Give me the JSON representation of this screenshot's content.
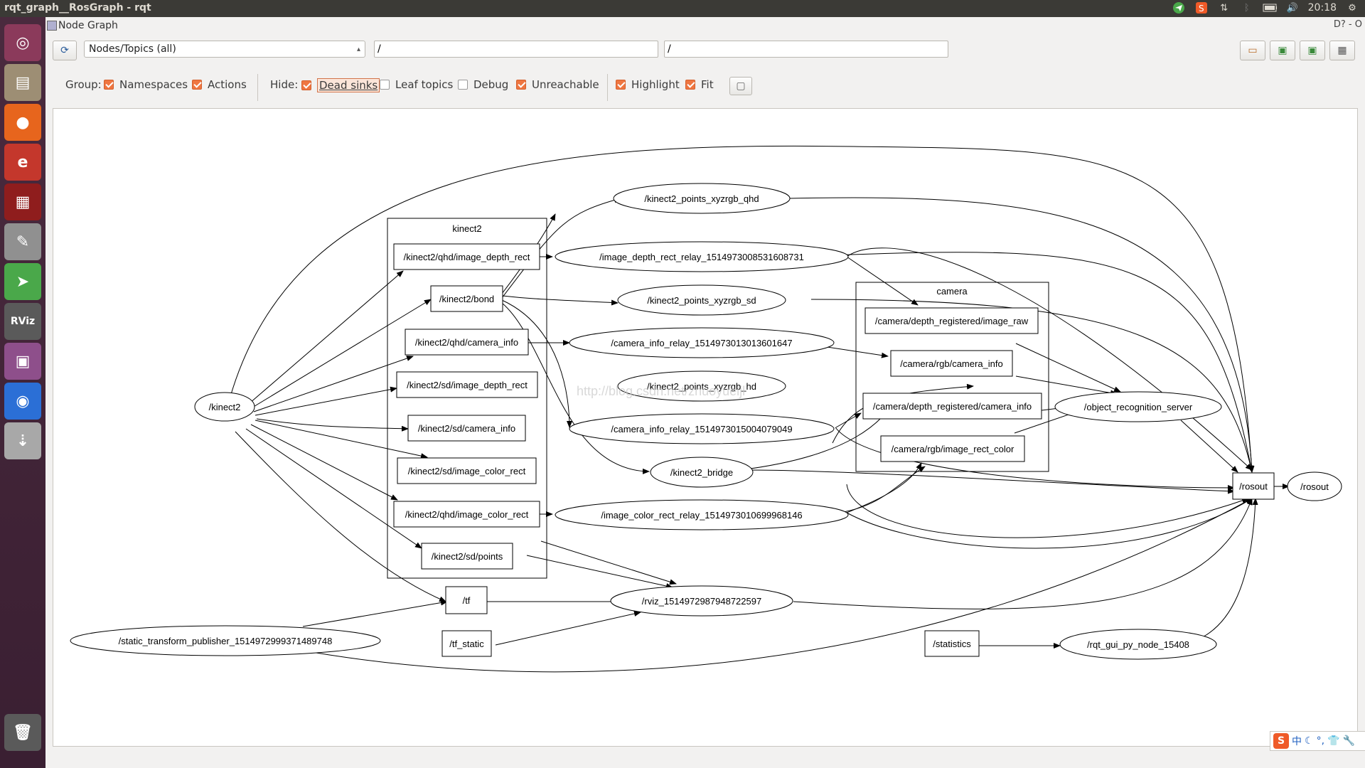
{
  "window": {
    "title": "rqt_graph__RosGraph - rqt",
    "clock": "20:18"
  },
  "tray": [
    "telegram-icon",
    "sogou-icon",
    "network-icon",
    "bluetooth-icon",
    "battery-icon",
    "volume-icon",
    "gear-icon"
  ],
  "launcher": [
    {
      "name": "ubuntu-dash",
      "glyph": "◎",
      "color": "#8b3a5b"
    },
    {
      "name": "files",
      "glyph": "▤",
      "color": "#9d8e74"
    },
    {
      "name": "firefox",
      "glyph": "●",
      "color": "#e7651d"
    },
    {
      "name": "text-editor-e",
      "glyph": "e",
      "color": "#c4372c"
    },
    {
      "name": "terminal-red",
      "glyph": "▦",
      "color": "#8f1d1d"
    },
    {
      "name": "gedit",
      "glyph": "✎",
      "color": "#909090"
    },
    {
      "name": "telegram",
      "glyph": "➤",
      "color": "#4aa84a"
    },
    {
      "name": "rviz",
      "glyph": "RViz",
      "color": "#5a5a5a"
    },
    {
      "name": "workspace",
      "glyph": "▣",
      "color": "#8e4f8b"
    },
    {
      "name": "chrome",
      "glyph": "◉",
      "color": "#2b6fd6"
    },
    {
      "name": "installer",
      "glyph": "⇣",
      "color": "#a8a8a8"
    },
    {
      "name": "trash",
      "glyph": "🗑",
      "color": "#5a5a5a"
    }
  ],
  "plugin": {
    "title": "Node Graph",
    "controls": "D?  - O"
  },
  "toolbar": {
    "mode": "Nodes/Topics (all)",
    "filter1": "/",
    "filter2": "/"
  },
  "group": {
    "label": "Group:",
    "namespaces": "Namespaces",
    "actions": "Actions"
  },
  "hide": {
    "label": "Hide:",
    "dead_sinks": "Dead sinks",
    "leaf_topics": "Leaf topics",
    "debug": "Debug",
    "unreachable": "Unreachable"
  },
  "view": {
    "highlight": "Highlight",
    "fit": "Fit"
  },
  "graph": {
    "clusters": [
      {
        "id": "kinect2-cluster",
        "label": "kinect2"
      },
      {
        "id": "camera-cluster",
        "label": "camera"
      }
    ],
    "boxes": [
      {
        "id": "qhd_depth",
        "label": "/kinect2/qhd/image_depth_rect"
      },
      {
        "id": "bond",
        "label": "/kinect2/bond"
      },
      {
        "id": "qhd_caminfo",
        "label": "/kinect2/qhd/camera_info"
      },
      {
        "id": "sd_depth",
        "label": "/kinect2/sd/image_depth_rect"
      },
      {
        "id": "sd_caminfo",
        "label": "/kinect2/sd/camera_info"
      },
      {
        "id": "sd_color",
        "label": "/kinect2/sd/image_color_rect"
      },
      {
        "id": "qhd_color",
        "label": "/kinect2/qhd/image_color_rect"
      },
      {
        "id": "sd_points",
        "label": "/kinect2/sd/points"
      },
      {
        "id": "cam_depth_raw",
        "label": "/camera/depth_registered/image_raw"
      },
      {
        "id": "cam_rgb_info",
        "label": "/camera/rgb/camera_info"
      },
      {
        "id": "cam_depth_info",
        "label": "/camera/depth_registered/camera_info"
      },
      {
        "id": "cam_rgb_color",
        "label": "/camera/rgb/image_rect_color"
      },
      {
        "id": "tf",
        "label": "/tf"
      },
      {
        "id": "tf_static",
        "label": "/tf_static"
      },
      {
        "id": "statistics",
        "label": "/statistics"
      },
      {
        "id": "rosout_topic",
        "label": "/rosout"
      }
    ],
    "ellipses": [
      {
        "id": "kinect2",
        "label": "/kinect2"
      },
      {
        "id": "pts_qhd",
        "label": "/kinect2_points_xyzrgb_qhd"
      },
      {
        "id": "depth_relay",
        "label": "/image_depth_rect_relay_1514973008531608731"
      },
      {
        "id": "pts_sd",
        "label": "/kinect2_points_xyzrgb_sd"
      },
      {
        "id": "info_relay1",
        "label": "/camera_info_relay_1514973013013601647"
      },
      {
        "id": "pts_hd",
        "label": "/kinect2_points_xyzrgb_hd"
      },
      {
        "id": "info_relay2",
        "label": "/camera_info_relay_1514973015004079049"
      },
      {
        "id": "bridge",
        "label": "/kinect2_bridge"
      },
      {
        "id": "color_relay",
        "label": "/image_color_rect_relay_1514973010699968146"
      },
      {
        "id": "rviz",
        "label": "/rviz_1514972987948722597"
      },
      {
        "id": "static_tf",
        "label": "/static_transform_publisher_1514972999371489748"
      },
      {
        "id": "obj_rec",
        "label": "/object_recognition_server"
      },
      {
        "id": "rosout_node",
        "label": "/rosout"
      },
      {
        "id": "rqt_gui",
        "label": "/rqt_gui_py_node_15408"
      }
    ],
    "watermark": "http://blog.csdn.net/zhuoyueljl"
  },
  "ime": {
    "lang": "中"
  }
}
